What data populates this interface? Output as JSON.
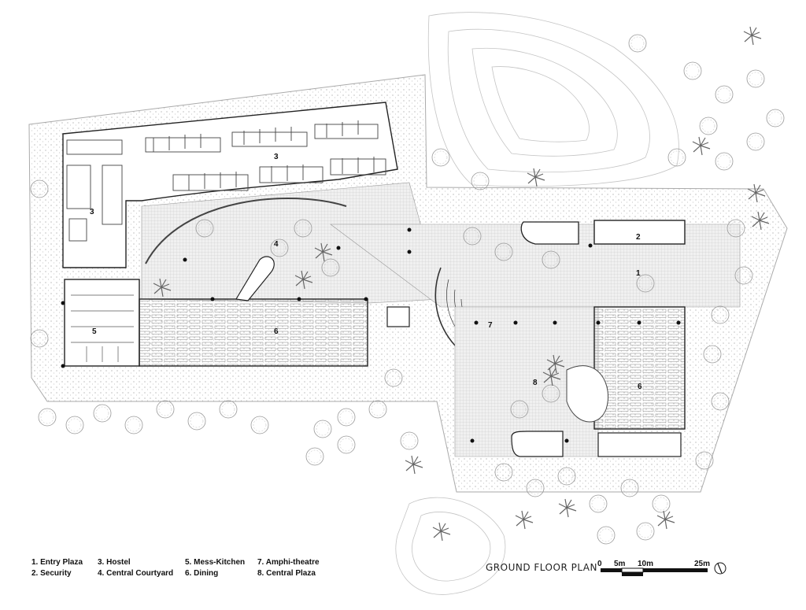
{
  "drawing": {
    "title": "GROUND FLOOR PLAN",
    "room_numbers": [
      "1",
      "2",
      "3",
      "3",
      "4",
      "5",
      "6",
      "6",
      "7",
      "8"
    ],
    "legend": [
      "1. Entry Plaza",
      "2. Security",
      "3. Hostel",
      "4. Central Courtyard",
      "5. Mess-Kitchen",
      "6. Dining",
      "7. Amphi-theatre",
      "8. Central Plaza"
    ],
    "scale_labels": [
      "0",
      "5m",
      "10m",
      "25m"
    ],
    "north_icon": "north-arrow-icon"
  }
}
